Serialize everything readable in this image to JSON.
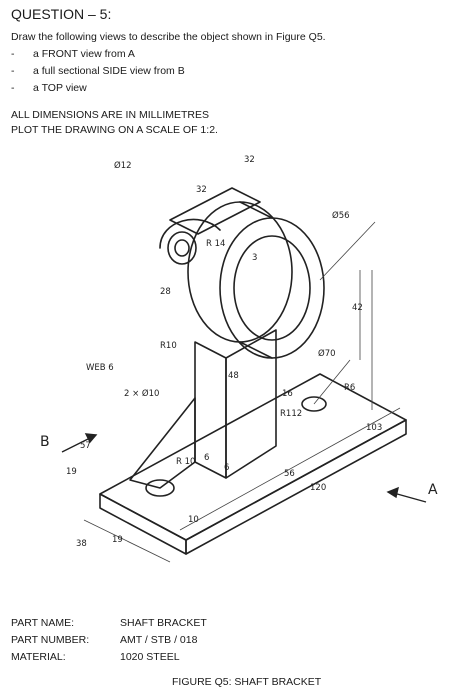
{
  "question": {
    "title": "QUESTION – 5:",
    "instruction": "Draw the following views to describe the object shown in Figure Q5.",
    "views": [
      "a FRONT view from A",
      "a full sectional SIDE view from B",
      "a TOP view"
    ],
    "note_dimensions": "ALL DIMENSIONS ARE IN MILLIMETRES",
    "note_scale": "PLOT THE DRAWING ON A SCALE OF 1:2."
  },
  "drawing": {
    "labels": {
      "dia12": "Ø12",
      "dim32a": "32",
      "dim32b": "32",
      "r14": "R 14",
      "dia56": "Ø56",
      "dim3": "3",
      "dim28": "28",
      "r10a": "R10",
      "dim42": "42",
      "dia70": "Ø70",
      "web": "WEB 6",
      "holes": "2 × Ø10",
      "dim48": "48",
      "dim16": "16",
      "r6": "R6",
      "r112": "R112",
      "dim103": "103",
      "arrow_b": "B",
      "dim57": "57",
      "r10b": "R 10",
      "dim6a": "6",
      "dim6b": "6",
      "dim19a": "19",
      "dim56": "56",
      "dim120": "120",
      "arrow_a": "A",
      "dim19b": "19",
      "dim38": "38",
      "dim10": "10"
    }
  },
  "part": {
    "name_label": "PART NAME:",
    "name_value": "SHAFT BRACKET",
    "number_label": "PART NUMBER:",
    "number_value": "AMT / STB / 018",
    "material_label": "MATERIAL:",
    "material_value": "1020 STEEL"
  },
  "figure_caption": "FIGURE Q5: SHAFT BRACKET"
}
